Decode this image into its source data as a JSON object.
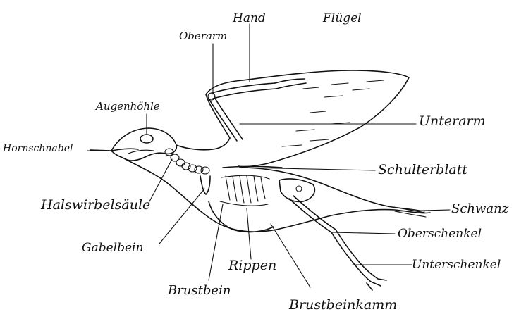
{
  "diagram": {
    "labels": {
      "hand": "Hand",
      "fluegel": "Flügel",
      "oberarm": "Oberarm",
      "augenhoehle": "Augenhöhle",
      "unterarm": "Unterarm",
      "hornschnabel": "Hornschnabel",
      "schulterblatt": "Schulterblatt",
      "halswirbelsaeule": "Halswirbelsäule",
      "schwanz": "Schwanz",
      "oberschenkel": "Oberschenkel",
      "gabelbein": "Gabelbein",
      "rippen": "Rippen",
      "unterschenkel": "Unterschenkel",
      "brustbein": "Brustbein",
      "brustbeinkamm": "Brustbeinkamm"
    }
  }
}
